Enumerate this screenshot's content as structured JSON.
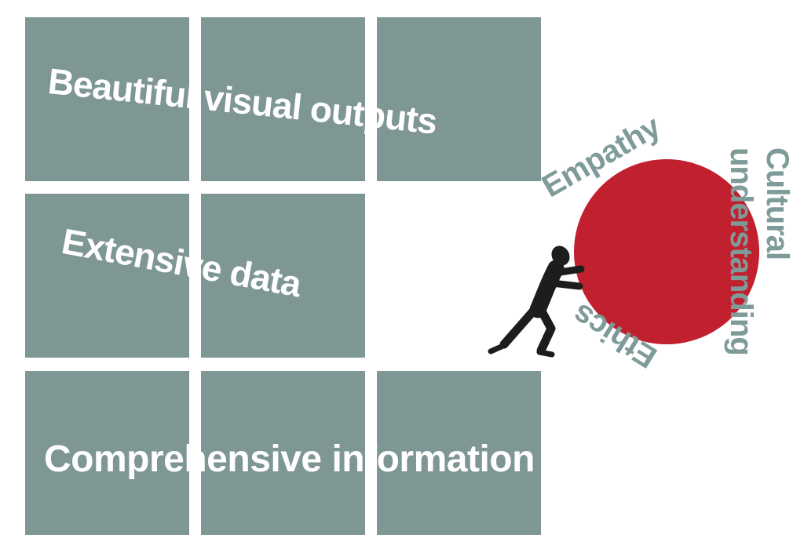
{
  "illustration": {
    "grid_labels": [
      {
        "id": "beautiful",
        "text": "Beautiful visual outputs"
      },
      {
        "id": "extensive",
        "text": "Extensive data"
      },
      {
        "id": "comprehensive",
        "text": "Comprehensive information"
      }
    ],
    "boulder_labels": {
      "empathy": "Empathy",
      "cultural_line1": "Cultural",
      "cultural_line2": "understanding",
      "ethics": "Ethics"
    }
  },
  "colors": {
    "background": "#ffffff",
    "tile": "#7e9694",
    "tile-label": "#ffffff",
    "boulder": "#c1202f",
    "boulder-label": "#7f9b99",
    "figure": "#1d1d1b"
  },
  "icons": {
    "figure": "person-pushing-boulder-icon"
  }
}
